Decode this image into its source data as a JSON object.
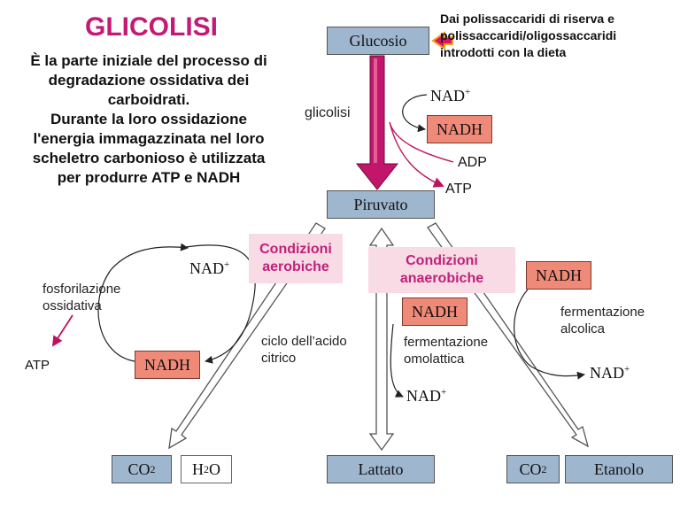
{
  "title": "GLICOLISI",
  "description_lines": [
    "È la parte iniziale del processo di",
    "degradazione ossidativa  dei",
    "carboidrati.",
    "Durante la loro ossidazione",
    "l'energia immagazzinata nel loro",
    "scheletro carbonioso è utilizzata",
    "per produrre ATP e NADH"
  ],
  "source_lines": [
    "Dai polissaccaridi di riserva e",
    "polissaccaridi/oligossaccaridi",
    "introdotti con la dieta"
  ],
  "nodes": {
    "glucosio": "Glucosio",
    "piruvato": "Piruvato",
    "lattato": "Lattato",
    "etanolo": "Etanolo",
    "co2_left": "CO",
    "h2o": "H",
    "co2_right": "CO"
  },
  "subscripts": {
    "two": "2"
  },
  "glycolysis": {
    "label": "glicolisi",
    "nad": "NAD",
    "nadh": "NADH",
    "adp": "ADP",
    "atp": "ATP"
  },
  "aerobic": {
    "condition": [
      "Condizioni",
      "aerobiche"
    ],
    "nad": "NAD",
    "nadh": "NADH",
    "process": [
      "fosforilazione",
      "ossidativa"
    ],
    "atp": "ATP",
    "cycle": [
      "ciclo dell’acido",
      "citrico"
    ]
  },
  "anaerobic": {
    "condition": [
      "Condizioni",
      "anaerobiche"
    ],
    "nadh": "NADH",
    "process": [
      "fermentazione",
      "omolattica"
    ],
    "nad": "NAD"
  },
  "alcoholic": {
    "nadh": "NADH",
    "process": [
      "fermentazione",
      "alcolica"
    ],
    "nad": "NAD"
  },
  "superscript_plus": "+",
  "colors": {
    "title": "#c41a75",
    "node_fill": "#9fb6cf",
    "nadh_fill": "#f08a78",
    "condition_fill": "#f9dbe5",
    "condition_text": "#c0217a",
    "magenta_arrow": "#c0115f"
  }
}
